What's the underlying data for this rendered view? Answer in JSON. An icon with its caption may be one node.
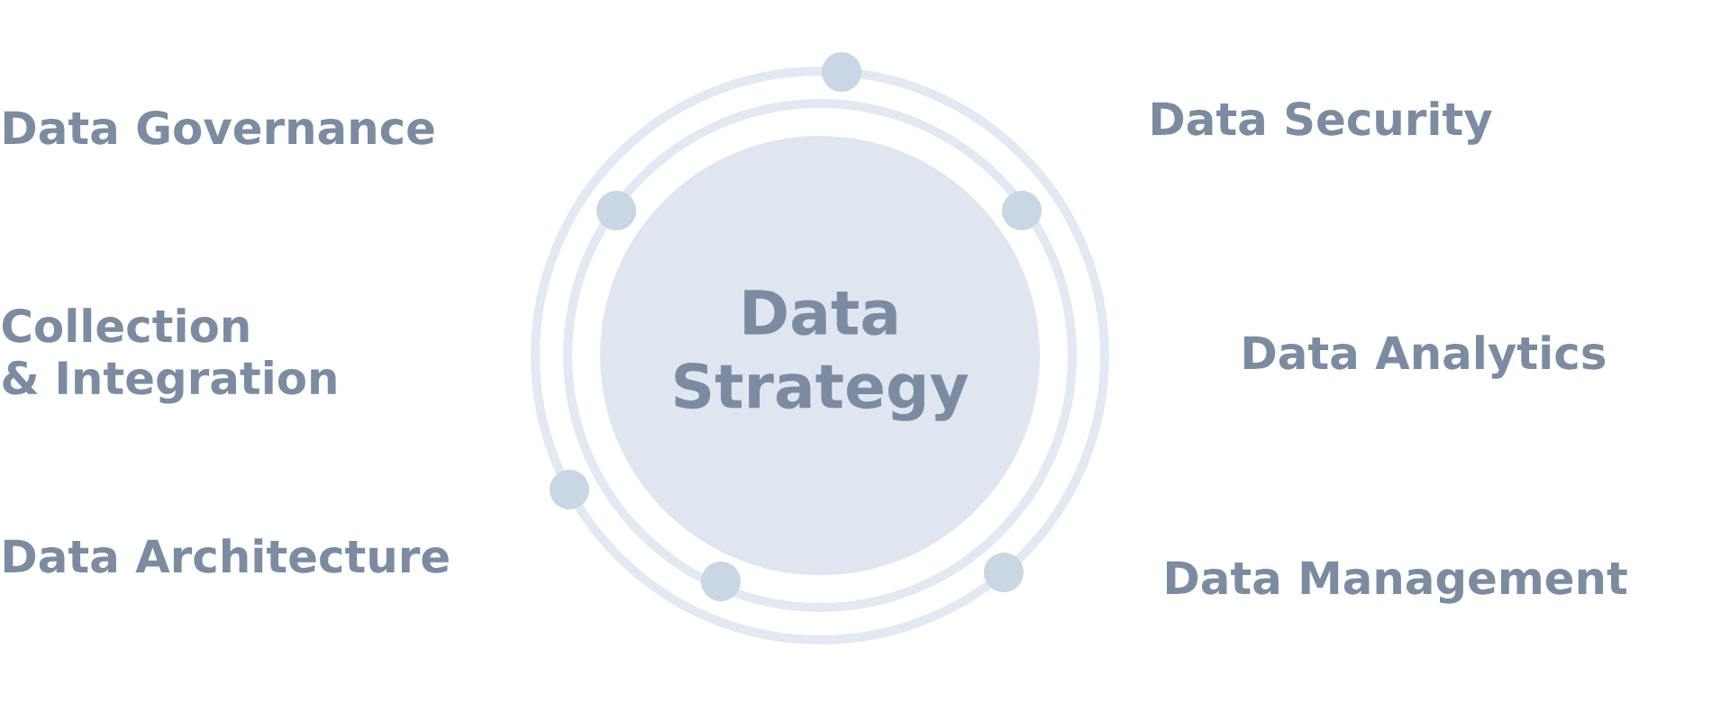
{
  "diagram": {
    "nodes": [
      {
        "text": [
          "Data Strategy"
        ]
      }
    ],
    "labels": [
      "Data Governance",
      "Data Security",
      "Collection & Integration",
      "Data Analytics",
      "Data Architecture",
      "Data Management"
    ]
  }
}
